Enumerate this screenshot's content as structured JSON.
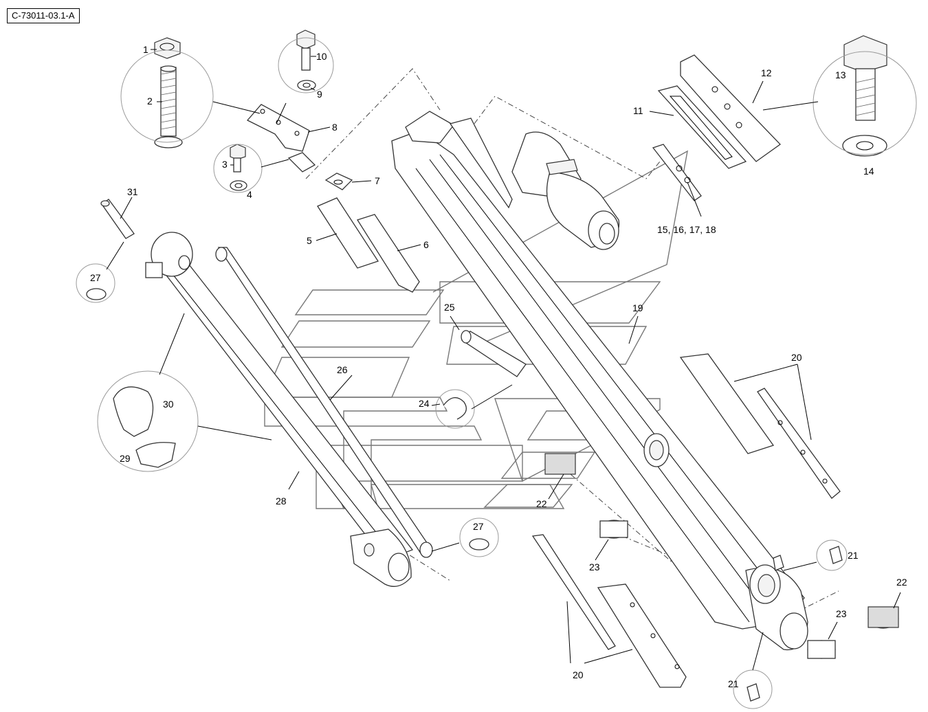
{
  "reference_code": "C-73011-03.1-A",
  "callouts": {
    "c1": "1",
    "c2": "2",
    "c3": "3",
    "c4": "4",
    "c5": "5",
    "c6": "6",
    "c7": "7",
    "c8": "8",
    "c9": "9",
    "c10": "10",
    "c11": "11",
    "c12": "12",
    "c13": "13",
    "c14": "14",
    "c15_18": "15, 16, 17, 18",
    "c19": "19",
    "c20a": "20",
    "c20b": "20",
    "c21a": "21",
    "c21b": "21",
    "c22a": "22",
    "c22b": "22",
    "c23a": "23",
    "c23b": "23",
    "c24": "24",
    "c25": "25",
    "c26": "26",
    "c27a": "27",
    "c27b": "27",
    "c28": "28",
    "c29": "29",
    "c30": "30",
    "c31": "31"
  }
}
